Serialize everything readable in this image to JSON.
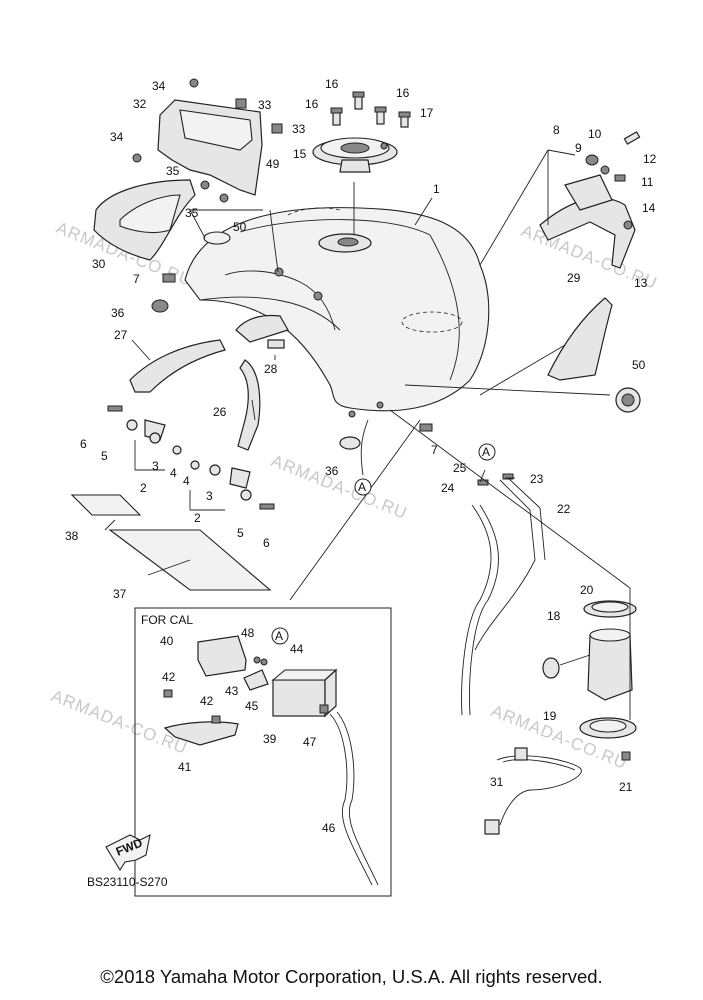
{
  "labels": [
    "1",
    "2",
    "2",
    "3",
    "3",
    "4",
    "4",
    "5",
    "5",
    "6",
    "6",
    "7",
    "7",
    "8",
    "9",
    "10",
    "11",
    "12",
    "13",
    "14",
    "15",
    "16",
    "16",
    "16",
    "17",
    "18",
    "19",
    "20",
    "21",
    "22",
    "23",
    "24",
    "25",
    "26",
    "27",
    "28",
    "29",
    "30",
    "31",
    "32",
    "33",
    "33",
    "34",
    "34",
    "35",
    "35",
    "36",
    "36",
    "37",
    "38",
    "39",
    "40",
    "41",
    "42",
    "42",
    "43",
    "44",
    "45",
    "46",
    "47",
    "48",
    "49",
    "50",
    "50"
  ],
  "ref_marks": [
    "A",
    "A",
    "A"
  ],
  "for_cal": "FOR CAL",
  "fwd": "FWD",
  "drawing_code": "BS23110-S270",
  "watermark": "ARMADA-CO.RU",
  "copyright": "©2018 Yamaha Motor Corporation, U.S.A. All rights reserved."
}
